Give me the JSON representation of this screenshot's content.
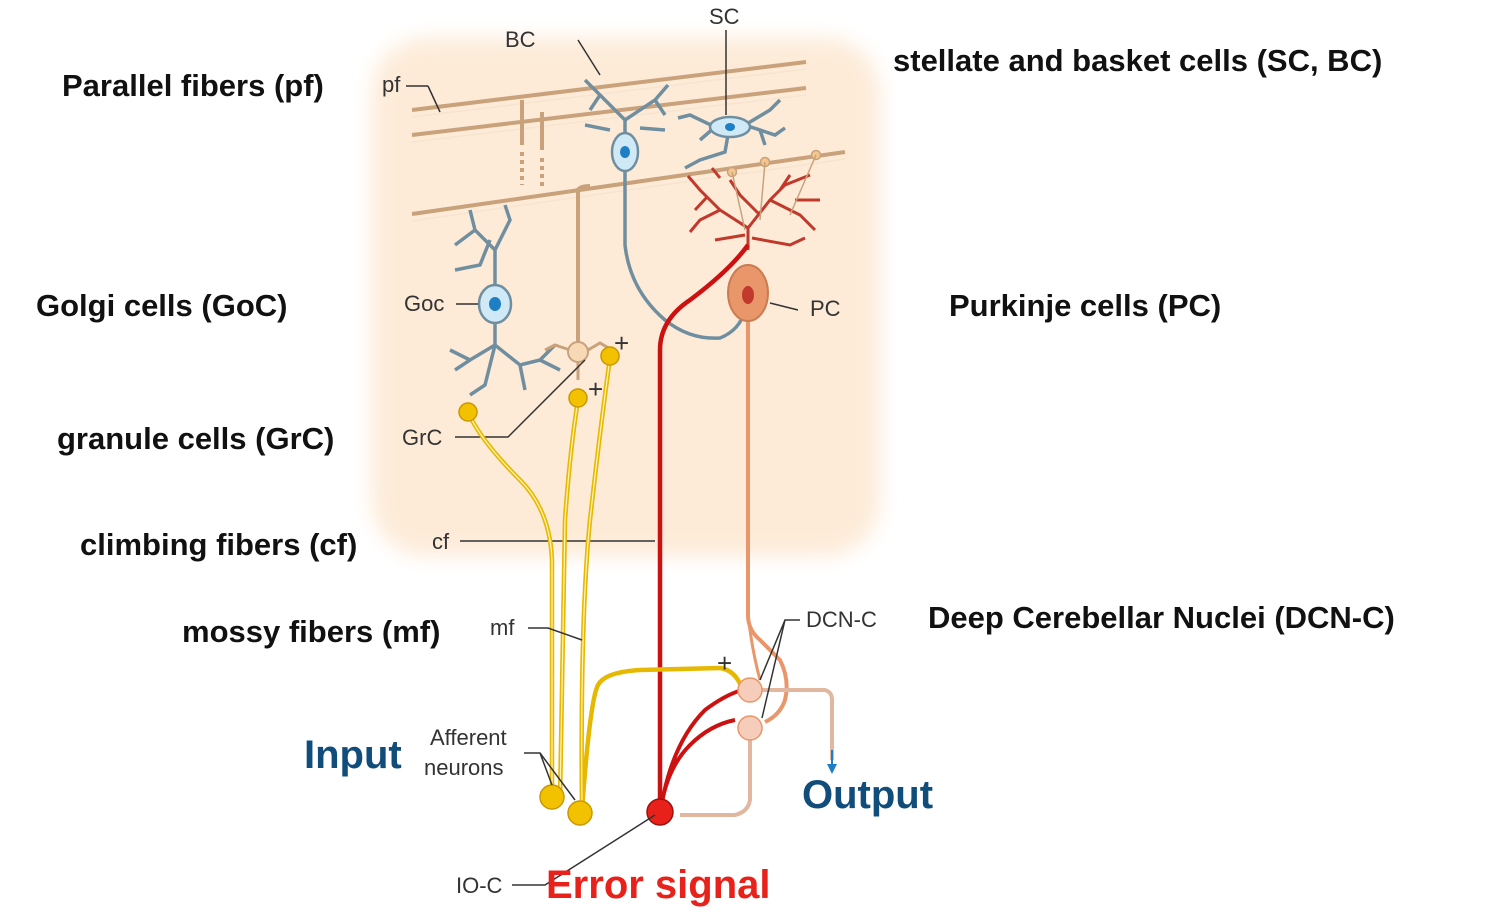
{
  "labels": {
    "parallel_fibers": "Parallel fibers (pf)",
    "stellate_basket": "stellate and basket cells (SC, BC)",
    "golgi": "Golgi cells (GoC)",
    "purkinje": "Purkinje cells (PC)",
    "granule": "granule cells (GrC)",
    "climbing": "climbing fibers (cf)",
    "mossy": "mossy fibers (mf)",
    "dcn": "Deep Cerebellar Nuclei (DCN-C)"
  },
  "tags": {
    "sc": "SC",
    "bc": "BC",
    "pf": "pf",
    "goc": "Goc",
    "pc": "PC",
    "grc": "GrC",
    "cf": "cf",
    "mf": "mf",
    "dcn": "DCN-C",
    "afferent_line1": "Afferent",
    "afferent_line2": "neurons",
    "io": "IO-C",
    "plus": "+"
  },
  "io_labels": {
    "input": "Input",
    "output": "Output",
    "error": "Error signal"
  },
  "colors": {
    "background_region": "#fdebd8",
    "parallel_fiber": "#c9a27c",
    "mossy_fiber": "#e6b800",
    "climbing_fiber": "#cc1111",
    "purkinje": "#e9966a",
    "golgi_cell": "#6f8fa0",
    "input_label": "#114d7a",
    "output_label": "#114d7a",
    "error_label": "#e8221b"
  }
}
